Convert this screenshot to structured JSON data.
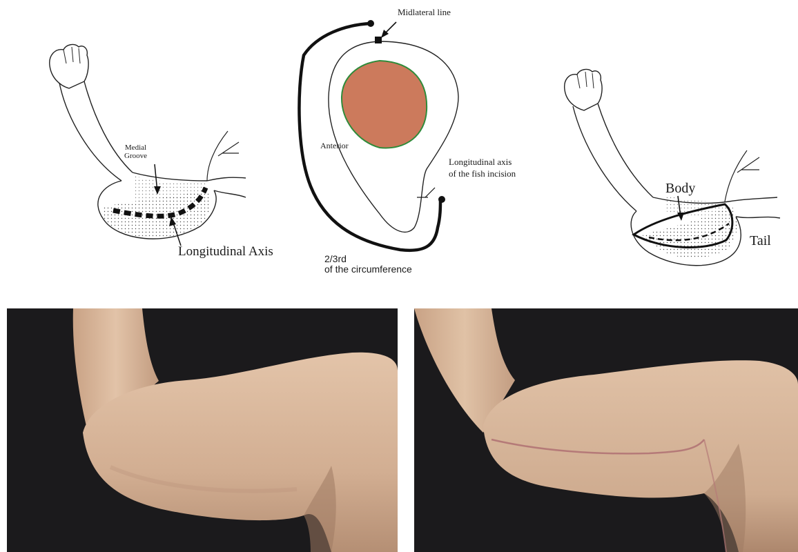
{
  "left_diagram": {
    "medial_groove_label": "Medial\nGroove",
    "longitudinal_axis_label": "Longitudinal Axis"
  },
  "center_diagram": {
    "midlateral_line_label": "Midlateral line",
    "anterior_label": "Anterior",
    "fish_axis_label": "Longitudinal axis\nof the fish incision",
    "circumference_label": "2/3rd\nof the circumference",
    "colors": {
      "fill": "#cc7a5c",
      "outline": "#2e8b3a"
    }
  },
  "right_diagram": {
    "body_label": "Body",
    "tail_label": "Tail"
  },
  "photos": {
    "skin_color": "#d8b79c",
    "background_color": "#1b1a1c"
  }
}
